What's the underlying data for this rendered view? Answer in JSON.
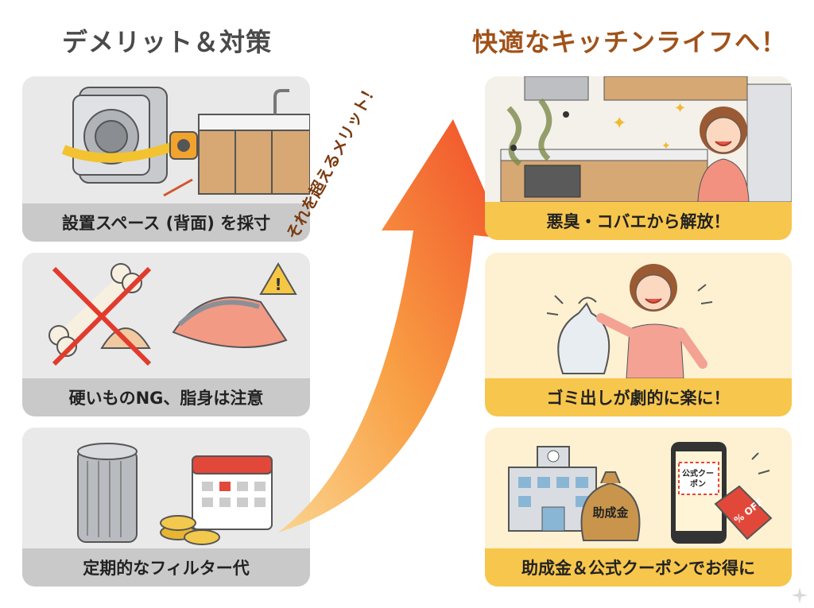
{
  "left": {
    "heading": "デメリット＆対策",
    "cards": [
      {
        "label": "設置スペース (背面) を採寸"
      },
      {
        "label": "硬いものNG、脂身は注意"
      },
      {
        "label": "定期的なフィルター代"
      }
    ]
  },
  "right": {
    "heading": "快適なキッチンライフへ！",
    "cards": [
      {
        "label": "悪臭・コバエから解放！"
      },
      {
        "label": "ゴミ出しが劇的に楽に！"
      },
      {
        "label": "助成金＆公式クーポンでお得に",
        "bag_text": "助成金",
        "coupon_text": "公式クーポン",
        "tag_text": "% OFF"
      }
    ]
  },
  "arrow": {
    "text": "それを超えるメリット！"
  },
  "colors": {
    "accent": "#f7c64c",
    "arrow": "#f26522",
    "heading_right": "#a0521a"
  }
}
